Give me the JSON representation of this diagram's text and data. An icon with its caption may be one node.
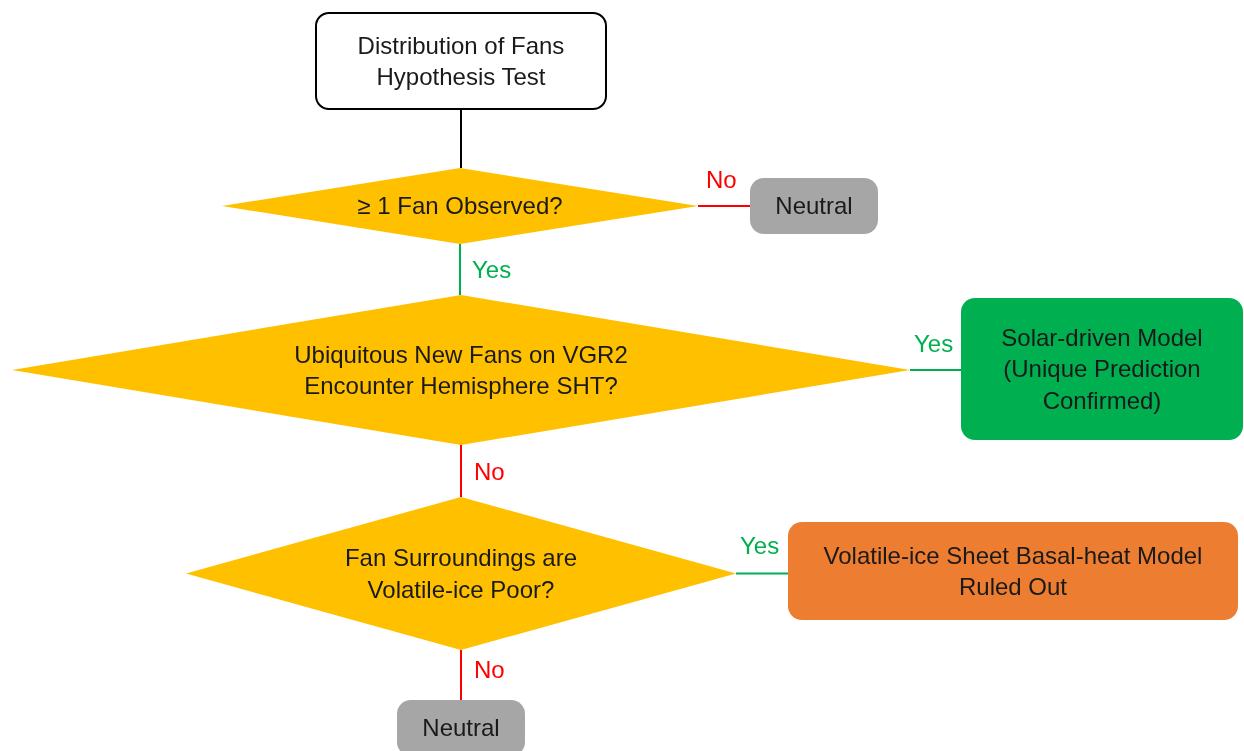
{
  "diagram": {
    "nodes": [
      {
        "text": [
          "Distribution of Fans Hypothesis Test"
        ]
      },
      {
        "text": [
          "≥ 1 Fan Observed?"
        ]
      },
      {
        "text": [
          "Neutral"
        ]
      },
      {
        "text": [
          "Ubiquitous New Fans on VGR2 Encounter Hemisphere SHT?"
        ]
      },
      {
        "text": [
          "Solar-driven Model (Unique Prediction Confirmed)"
        ]
      },
      {
        "text": [
          "Fan Surroundings are Volatile-ice Poor?"
        ]
      },
      {
        "text": [
          "Volatile-ice Sheet Basal-heat Model Ruled Out"
        ]
      },
      {
        "text": [
          "Neutral"
        ]
      }
    ],
    "edges": [
      {
        "from": 0,
        "to": 1,
        "arrow": "none",
        "color": "#000000"
      },
      {
        "from": 1,
        "to": 2,
        "arrow": "none",
        "label": "No",
        "color": "#ff0000"
      },
      {
        "from": 1,
        "to": 3,
        "arrow": "none",
        "label": "Yes",
        "color": "#00b050"
      },
      {
        "from": 3,
        "to": 4,
        "arrow": "none",
        "label": "Yes",
        "color": "#00b050"
      },
      {
        "from": 3,
        "to": 5,
        "arrow": "none",
        "label": "No",
        "color": "#ff0000"
      },
      {
        "from": 5,
        "to": 6,
        "arrow": "none",
        "label": "Yes",
        "color": "#00b050"
      },
      {
        "from": 5,
        "to": 7,
        "arrow": "none",
        "label": "No",
        "color": "#ff0000"
      }
    ]
  }
}
